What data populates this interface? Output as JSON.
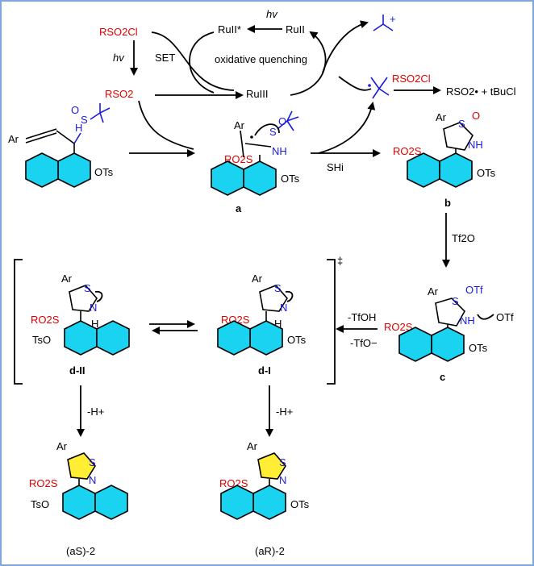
{
  "cycle": {
    "rso2cl": "RSO2Cl",
    "hv_left": "hv",
    "set": "SET",
    "rso2_radical": "RSO2",
    "ru_excited": "RuII*",
    "hv_top": "hv",
    "ru_ii": "RuII",
    "quenching": "oxidative quenching",
    "ru_iii": "RuIII"
  },
  "side": {
    "rso2cl": "RSO2Cl",
    "products": "RSO2• + tBuCl"
  },
  "steps": {
    "shi": "SHi",
    "tf2o": "Tf2O",
    "tfoh": "-TfOH",
    "tfo": "-TfO−",
    "h_plus_left": "-H+",
    "h_plus_right": "-H+",
    "dagger": "‡"
  },
  "atoms": {
    "ar": "Ar",
    "s": "S",
    "o": "O",
    "n": "N",
    "nh": "NH",
    "h": "H",
    "ots": "OTs",
    "tso": "TsO",
    "otf": "OTf",
    "otf_anion": "OTf",
    "rso2": "RO2S"
  },
  "labels": {
    "a": "a",
    "b": "b",
    "c": "c",
    "d_ii": "d-II",
    "d_i": "d-I",
    "as2": "(aS)-2",
    "ar2": "(aR)-2"
  }
}
